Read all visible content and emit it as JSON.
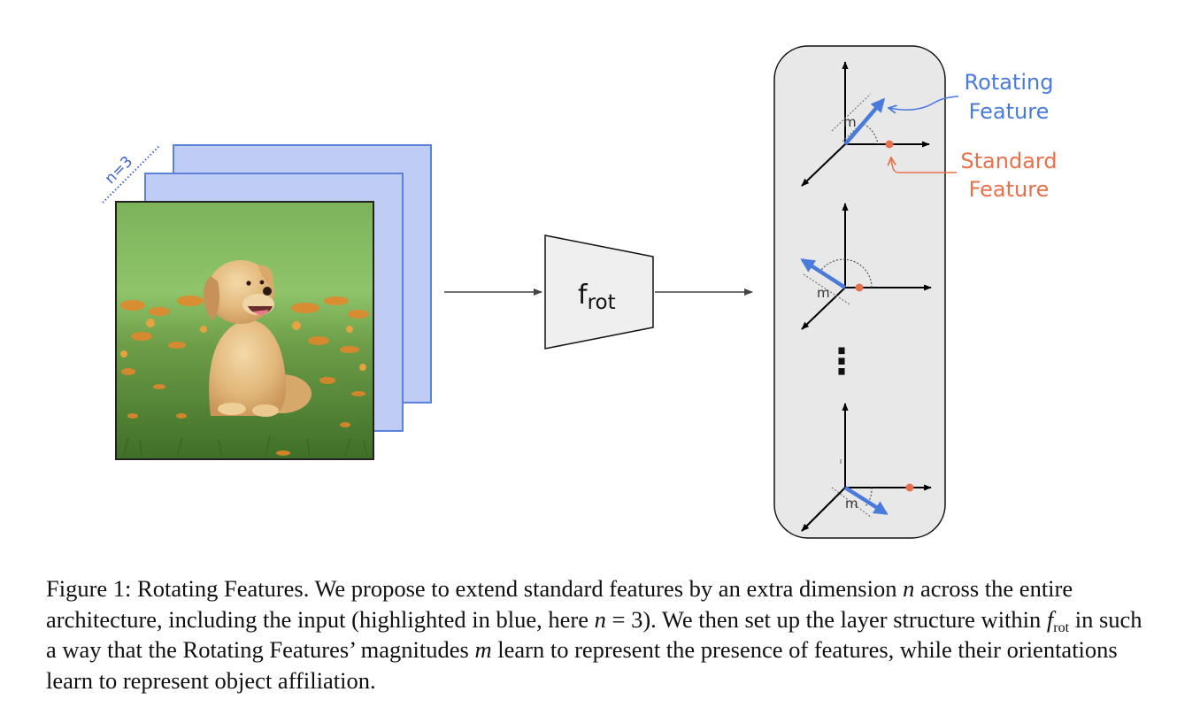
{
  "diagram": {
    "n_label": "n=3",
    "network_label_main": "f",
    "network_label_sub": "rot",
    "magnitude_label": "m",
    "legend": {
      "rotating_line1": "Rotating",
      "rotating_line2": "Feature",
      "standard_line1": "Standard",
      "standard_line2": "Feature"
    },
    "ellipsis": "⋮",
    "input_image_desc": "golden retriever puppy sitting in grass with orange flowers"
  },
  "caption": {
    "prefix": "Figure 1: Rotating Features. We propose to extend standard features by an extra dimension ",
    "n1": "n",
    "mid1": " across the entire architecture, including the input (highlighted in blue, here ",
    "n2": "n",
    "eq": " = 3",
    "mid2": "). We then set up the layer structure within ",
    "f": "f",
    "f_sub": "rot",
    "mid3": " in such a way that the Rotating Features’ magnitudes ",
    "m": "m",
    "suffix": " learn to represent the presence of features, while their orientations learn to represent object affiliation."
  },
  "colors": {
    "rotating_blue": "#4a7bdb",
    "standard_orange": "#e8704a",
    "plane_fill": "#bfcdf4",
    "plane_stroke": "#5b82d8",
    "panel_fill": "#e8e8e8",
    "trapezoid_fill": "#efefef"
  }
}
